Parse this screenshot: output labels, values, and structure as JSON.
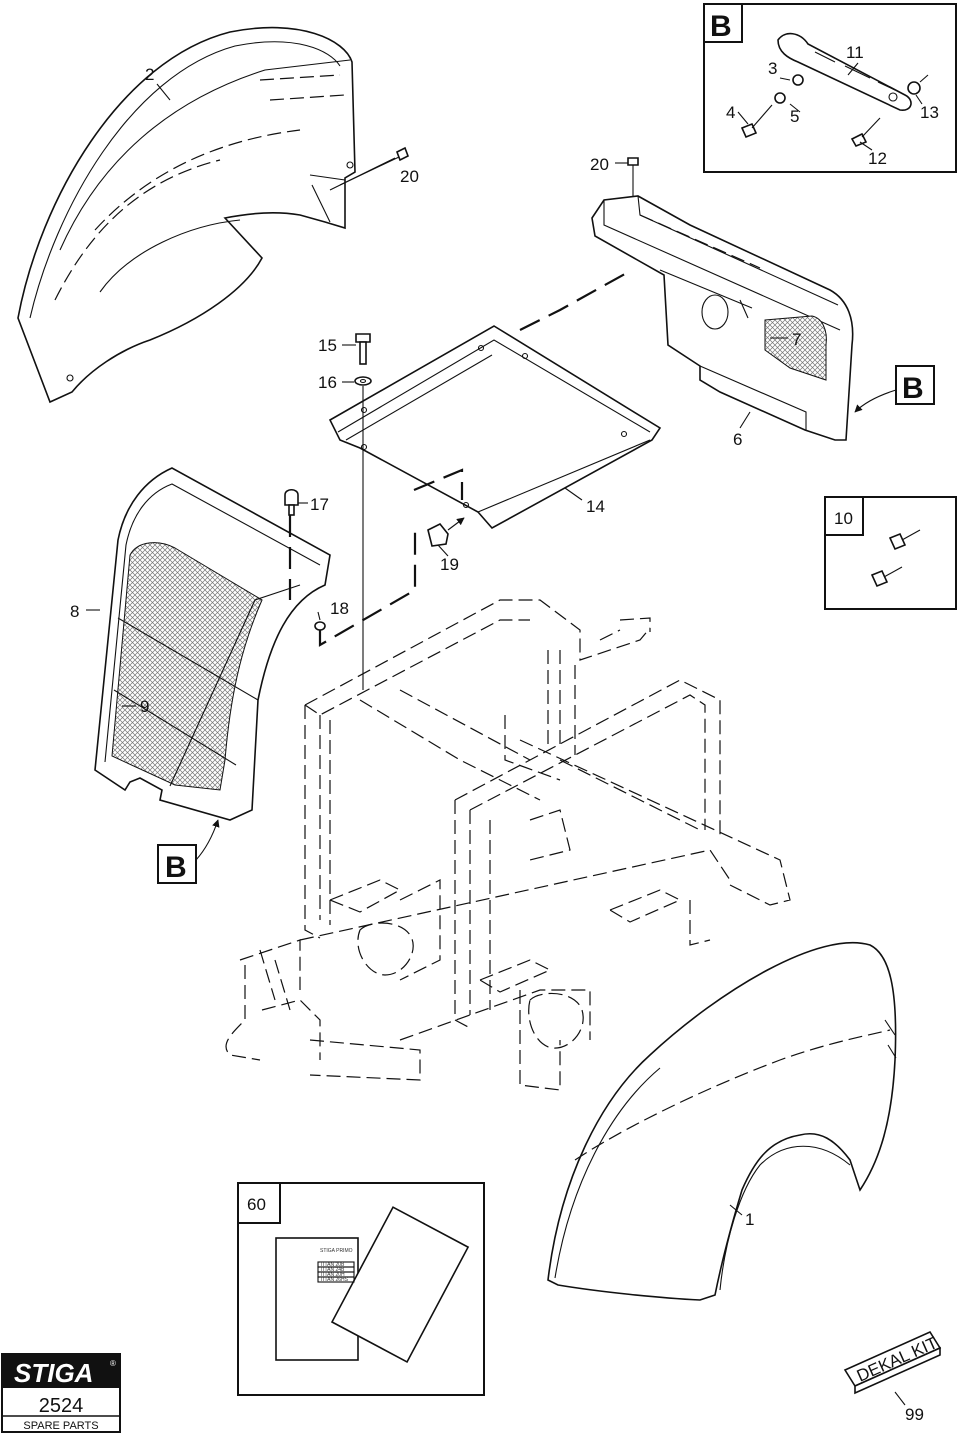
{
  "callouts": {
    "c1": "1",
    "c2": "2",
    "c3": "3",
    "c4": "4",
    "c5": "5",
    "c6": "6",
    "c7": "7",
    "c8": "8",
    "c9": "9",
    "c10": "10",
    "c11": "11",
    "c12": "12",
    "c13": "13",
    "c14": "14",
    "c15": "15",
    "c16": "16",
    "c17": "17",
    "c18": "18",
    "c19": "19",
    "c20a": "20",
    "c20b": "20",
    "c60": "60",
    "c99": "99"
  },
  "detail_marks": {
    "inset_b": "B",
    "arrow_right": "B",
    "arrow_left": "B"
  },
  "manual_text": {
    "brand": "STIGA PRIMO",
    "lines": [
      "TITAN 20B",
      "TITAN 24B",
      "TITAN 20H",
      "TITAN 26HS"
    ]
  },
  "decal_label": "DEKAL KIT",
  "brand_block": {
    "logo": "STIGA",
    "registered": "®",
    "code": "2524",
    "caption": "SPARE PARTS"
  }
}
